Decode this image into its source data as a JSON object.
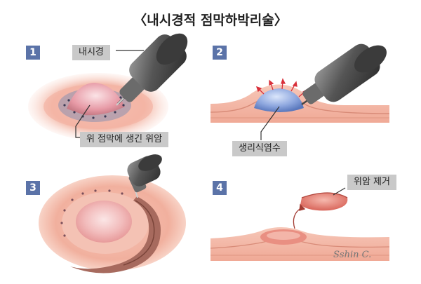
{
  "title": "〈내시경적 점막하박리술〉",
  "steps": [
    {
      "number": "1",
      "labels": [
        "내시경",
        "위 점막에 생긴 위암"
      ]
    },
    {
      "number": "2",
      "labels": [
        "생리식염수"
      ]
    },
    {
      "number": "3",
      "labels": []
    },
    {
      "number": "4",
      "labels": [
        "위암 제거"
      ]
    }
  ],
  "signature": "Sshin C.",
  "colors": {
    "badge": "#5b73a8",
    "callout": "#c9c9c9",
    "tissue": "#f0b2a4",
    "saline": "#8fa8df"
  }
}
